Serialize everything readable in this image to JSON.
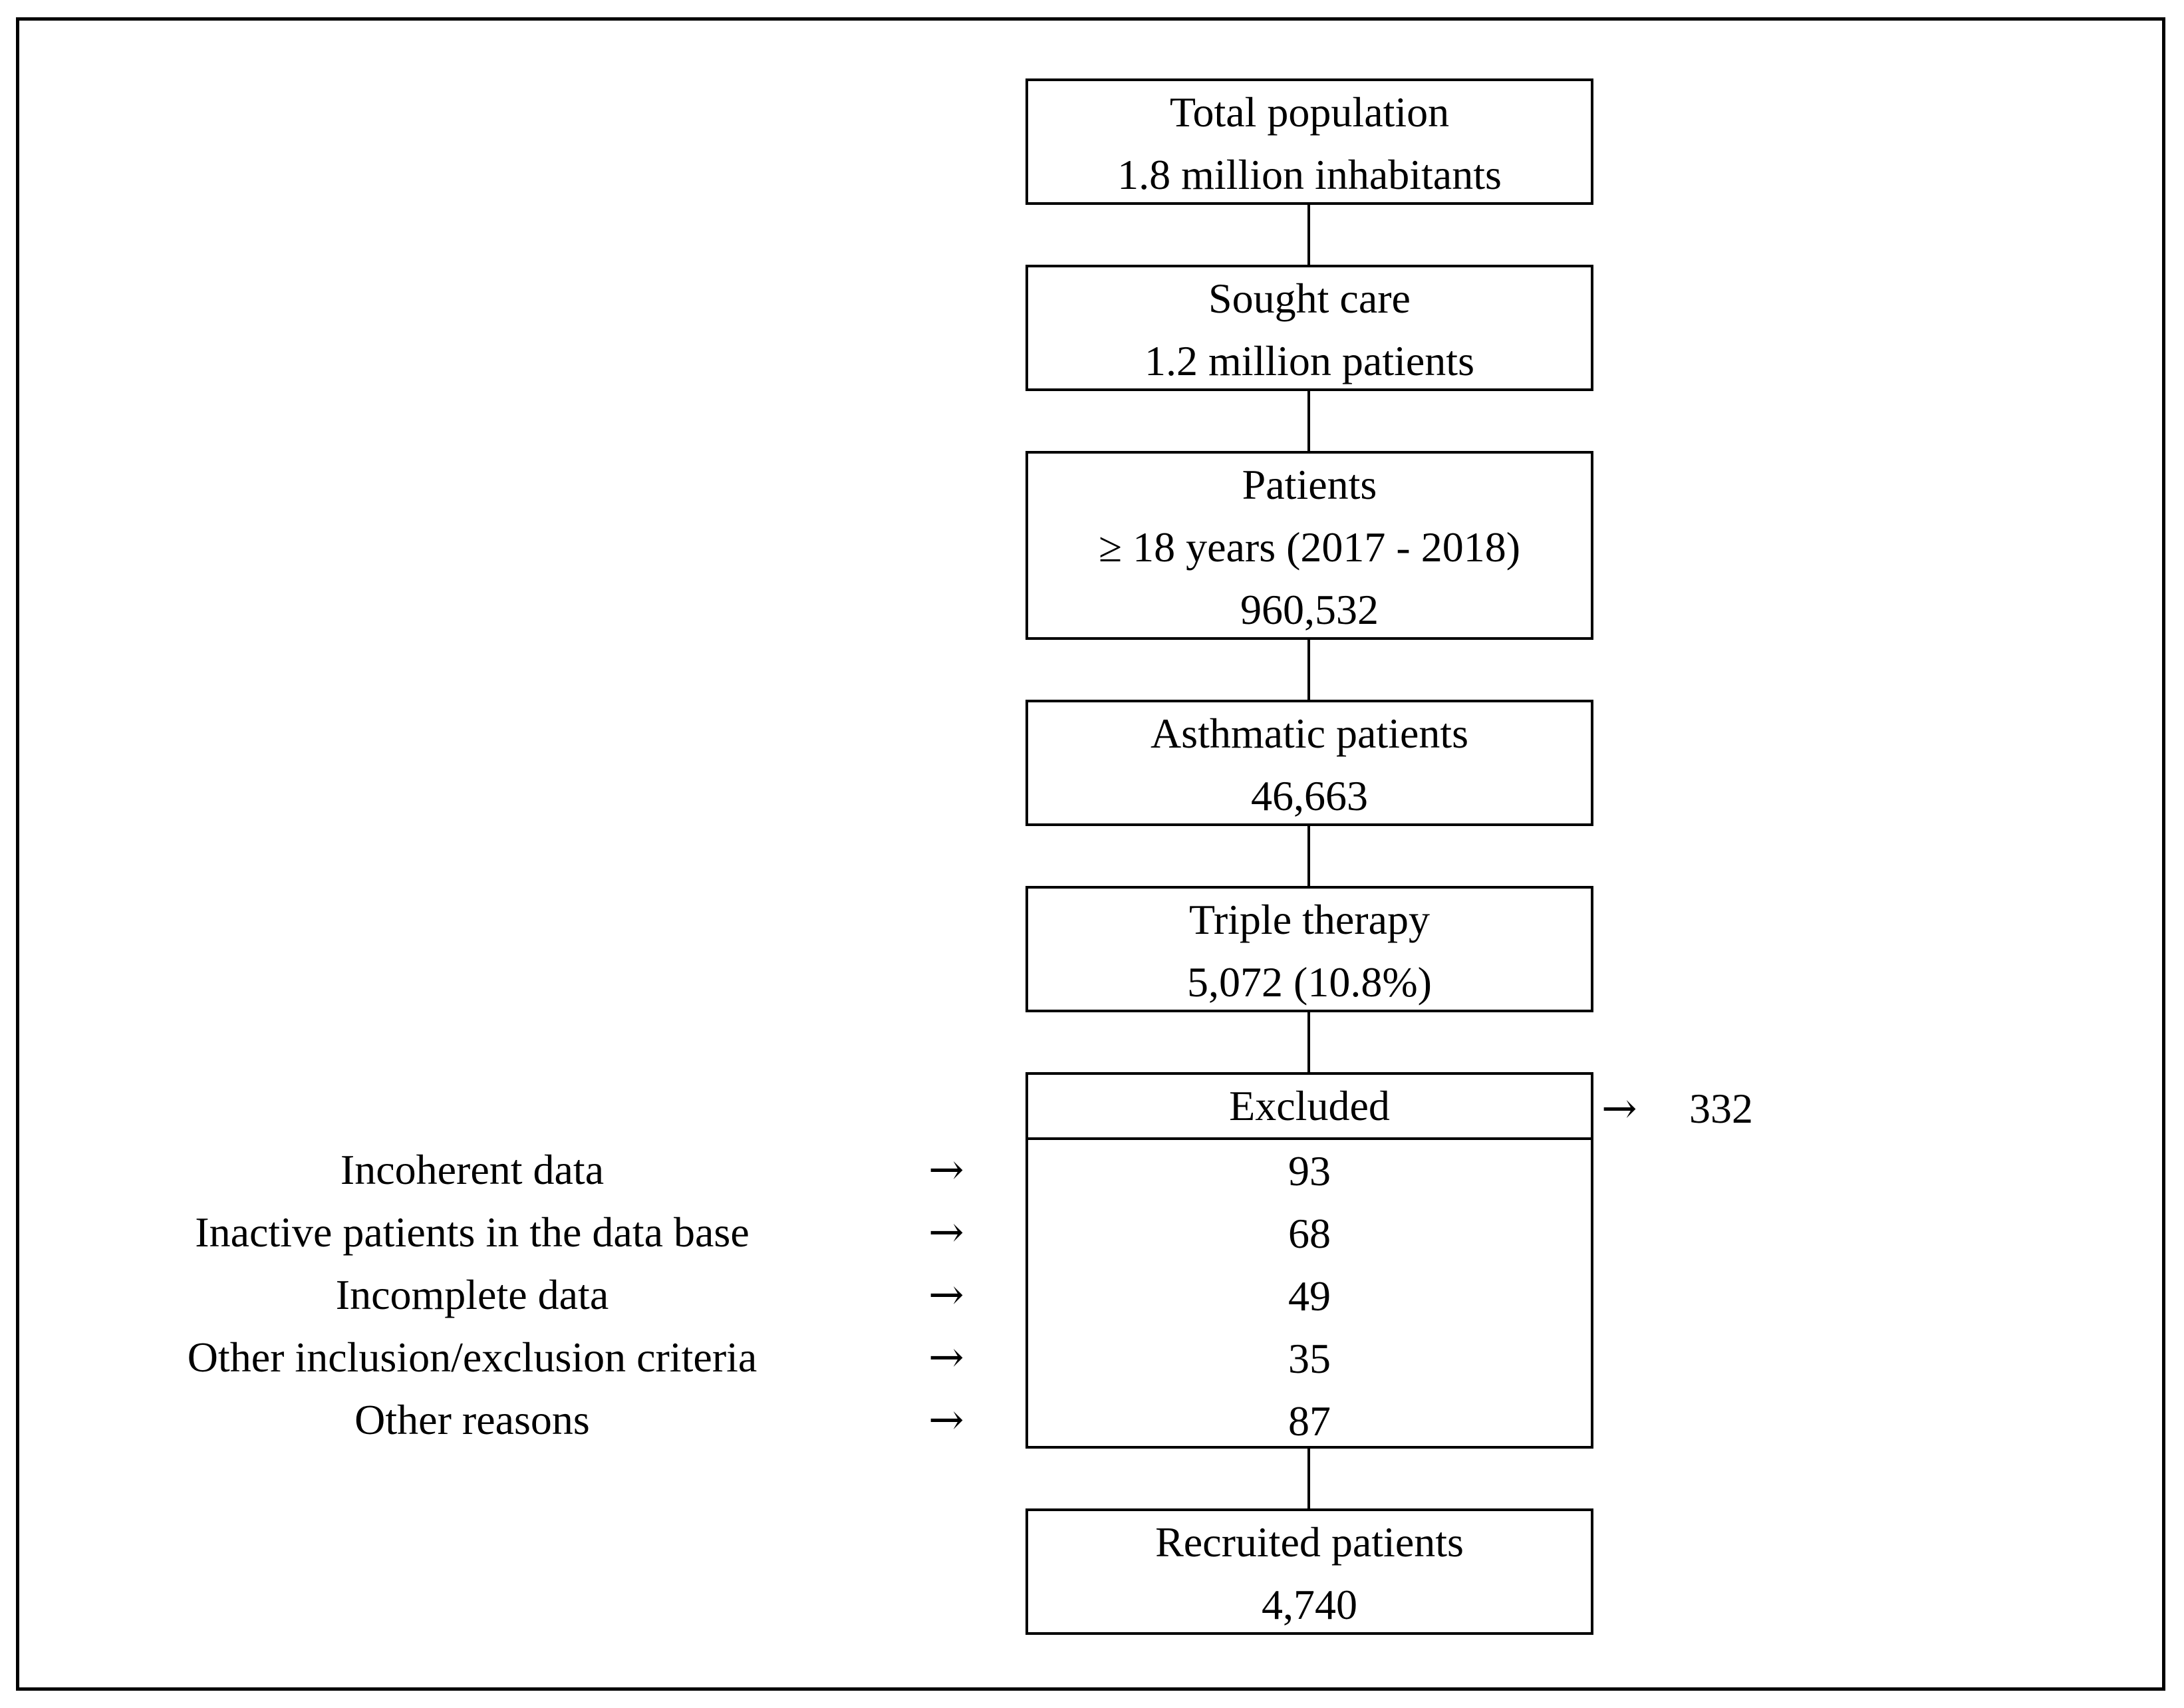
{
  "boxes": {
    "total": {
      "line1": "Total population",
      "line2": "1.8 million inhabitants"
    },
    "sought": {
      "line1": "Sought care",
      "line2": "1.2 million patients"
    },
    "patients": {
      "line1": "Patients",
      "line2": "≥ 18 years (2017 - 2018)",
      "line3": "960,532"
    },
    "asthmatic": {
      "line1": "Asthmatic patients",
      "line2": "46,663"
    },
    "triple": {
      "line1": "Triple therapy",
      "line2": "5,072 (10.8%)"
    },
    "excluded": {
      "title": "Excluded",
      "total_arrow": "→",
      "total": "332",
      "counts": [
        "93",
        "68",
        "49",
        "35",
        "87"
      ]
    },
    "recruited": {
      "line1": "Recruited patients",
      "line2": "4,740"
    }
  },
  "reasons": [
    "Incoherent data",
    "Inactive patients in the data base",
    "Incomplete data",
    "Other inclusion/exclusion criteria",
    "Other reasons"
  ],
  "arrow_symbol": "→"
}
